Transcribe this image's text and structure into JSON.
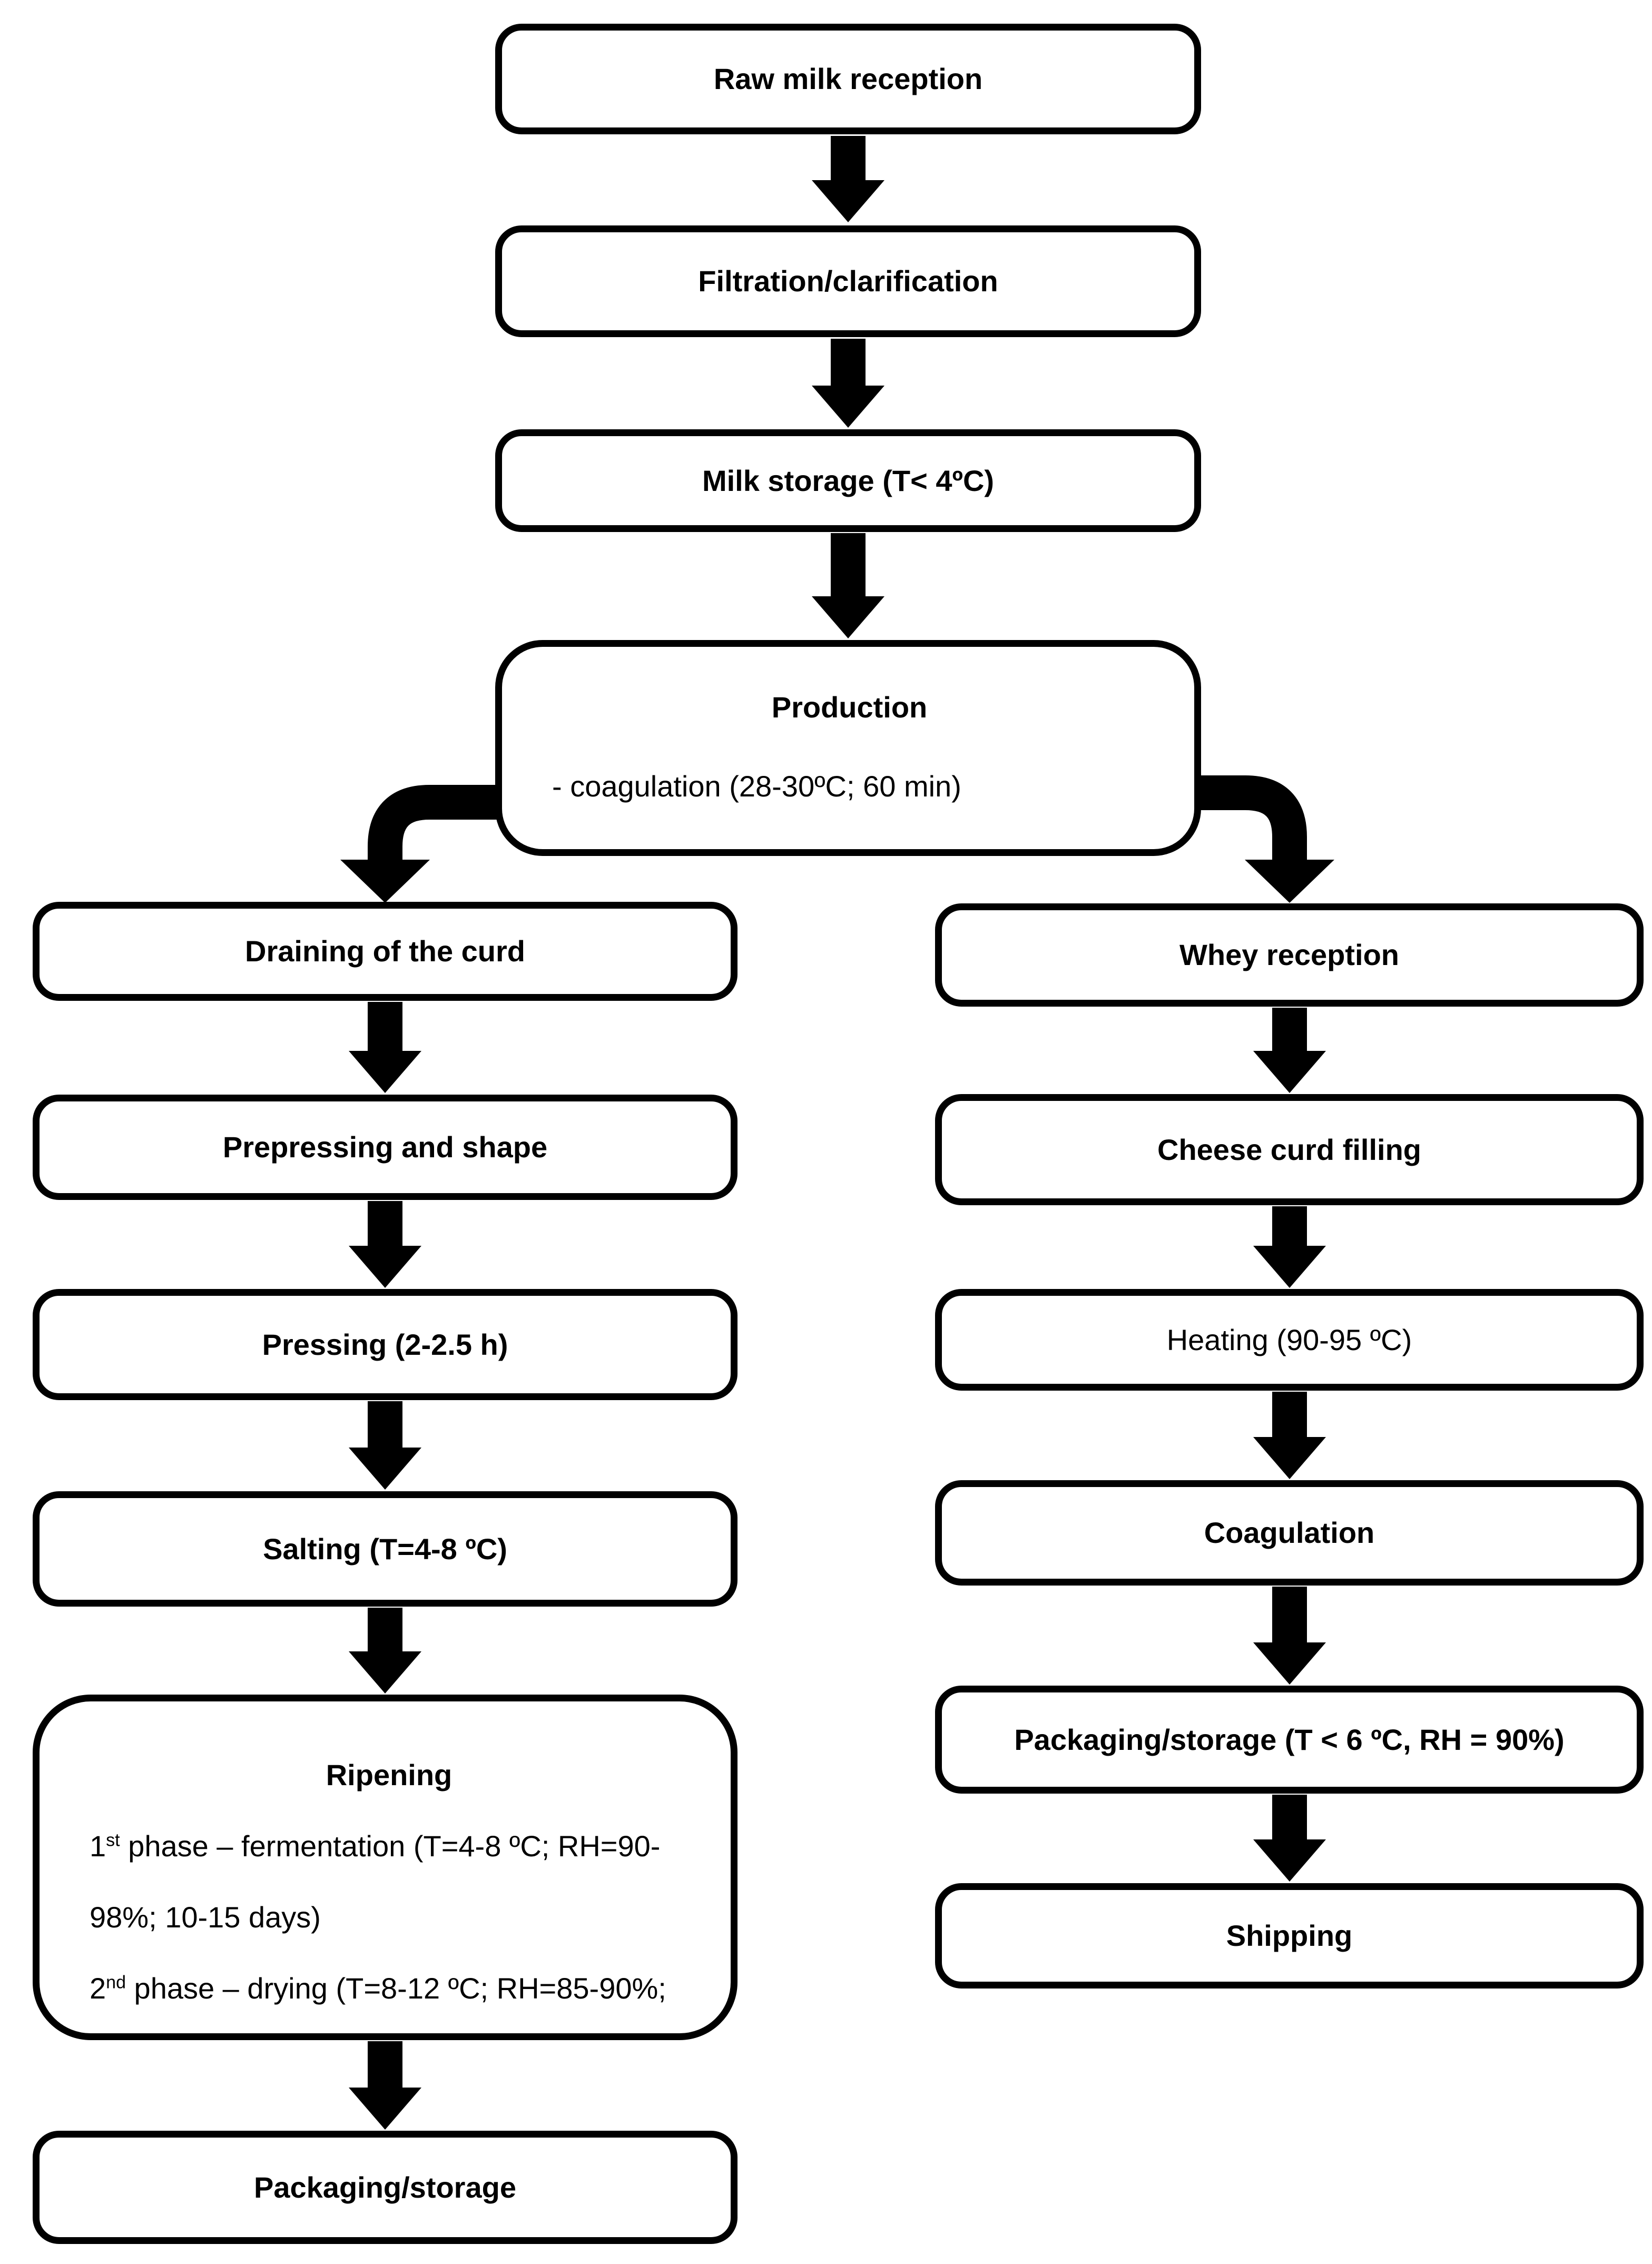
{
  "flowchart": {
    "main": [
      {
        "label": "Raw milk reception"
      },
      {
        "label": "Filtration/clarification"
      },
      {
        "label": "Milk storage (T< 4ºC)"
      }
    ],
    "production": {
      "title": "Production",
      "detail": "- coagulation (28-30ºC; 60 min)"
    },
    "left_branch": {
      "draining": {
        "label": "Draining of the curd"
      },
      "prepressing": {
        "label": "Prepressing and shape"
      },
      "pressing": {
        "label": "Pressing (2-2.5 h)"
      },
      "salting": {
        "label": "Salting (T=4-8 ºC)"
      },
      "ripening": {
        "title": "Ripening",
        "phase1_num": "1",
        "phase1_sup": "st",
        "phase1_text": " phase – fermentation (T=4-8 ºC; RH=90-",
        "phase1_cont": "98%; 10-15 days)",
        "phase2_num": "2",
        "phase2_sup": "nd",
        "phase2_text": " phase – drying (T=8-12 ºC; RH=85-90%;"
      },
      "packaging": {
        "label": "Packaging/storage"
      }
    },
    "right_branch": {
      "whey": {
        "label": "Whey reception"
      },
      "curd_filling": {
        "label": "Cheese curd filling"
      },
      "heating": {
        "label": "Heating (90-95 ºC)"
      },
      "coagulation": {
        "label": "Coagulation"
      },
      "packaging": {
        "label": "Packaging/storage (T < 6 ºC, RH = 90%)"
      },
      "shipping": {
        "label": "Shipping"
      }
    },
    "colors": {
      "background": "#ffffff",
      "box_fill": "#ffffff",
      "line": "#000000"
    }
  }
}
